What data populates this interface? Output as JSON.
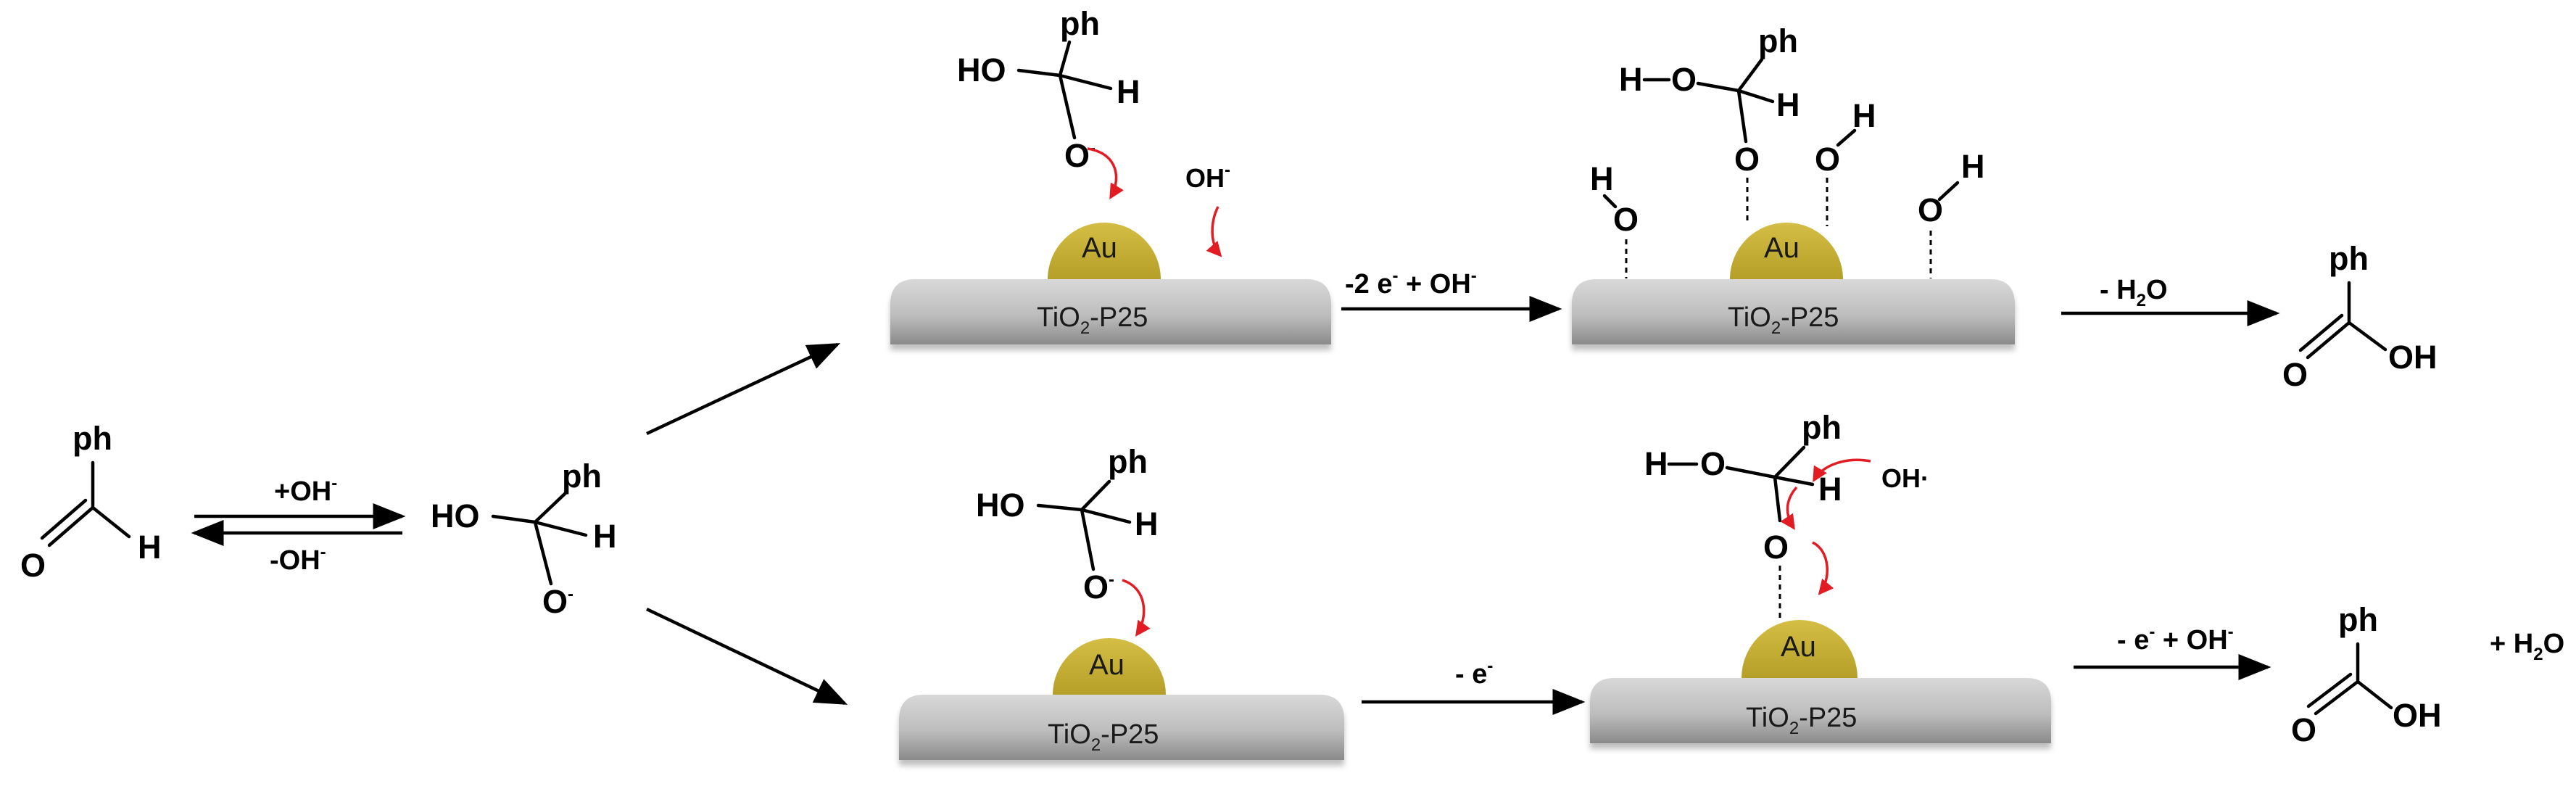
{
  "colors": {
    "gold": "#c9b23a",
    "gold_edge": "#a8921e",
    "support_top": "#c9c9c9",
    "support_side": "#8c8c8c",
    "red_arrow": "#e31b23"
  },
  "catalyst": {
    "support_label_base": "TiO",
    "support_label_sub": "2",
    "support_label_tail": "-P25",
    "gold_label": "Au"
  },
  "atoms": {
    "ph": "ph",
    "H": "H",
    "O": "O",
    "HO": "HO",
    "OH": "OH",
    "O_minus_base": "O",
    "minus": "-",
    "dot": "·"
  },
  "reagents": {
    "oh_base": "OH",
    "oh_charge": "-",
    "oh_radical": "OH·"
  },
  "arrows": {
    "eq_forward": "+OH",
    "eq_forward_sup": "-",
    "eq_reverse": "-OH",
    "eq_reverse_sup": "-",
    "top_mid_pre": "-2 e",
    "top_mid_sup": "-",
    "top_mid_post": " + OH",
    "top_mid_sup2": "-",
    "top_end_pre": "- H",
    "top_end_sub": "2",
    "top_end_post": "O",
    "bot_mid_pre": "- e",
    "bot_mid_sup": "-",
    "bot_end_pre": "- e",
    "bot_end_sup": "-",
    "bot_end_post": " + OH",
    "bot_end_sup2": "-"
  },
  "products": {
    "water_pre": "+ H",
    "water_sub": "2",
    "water_post": "O"
  }
}
